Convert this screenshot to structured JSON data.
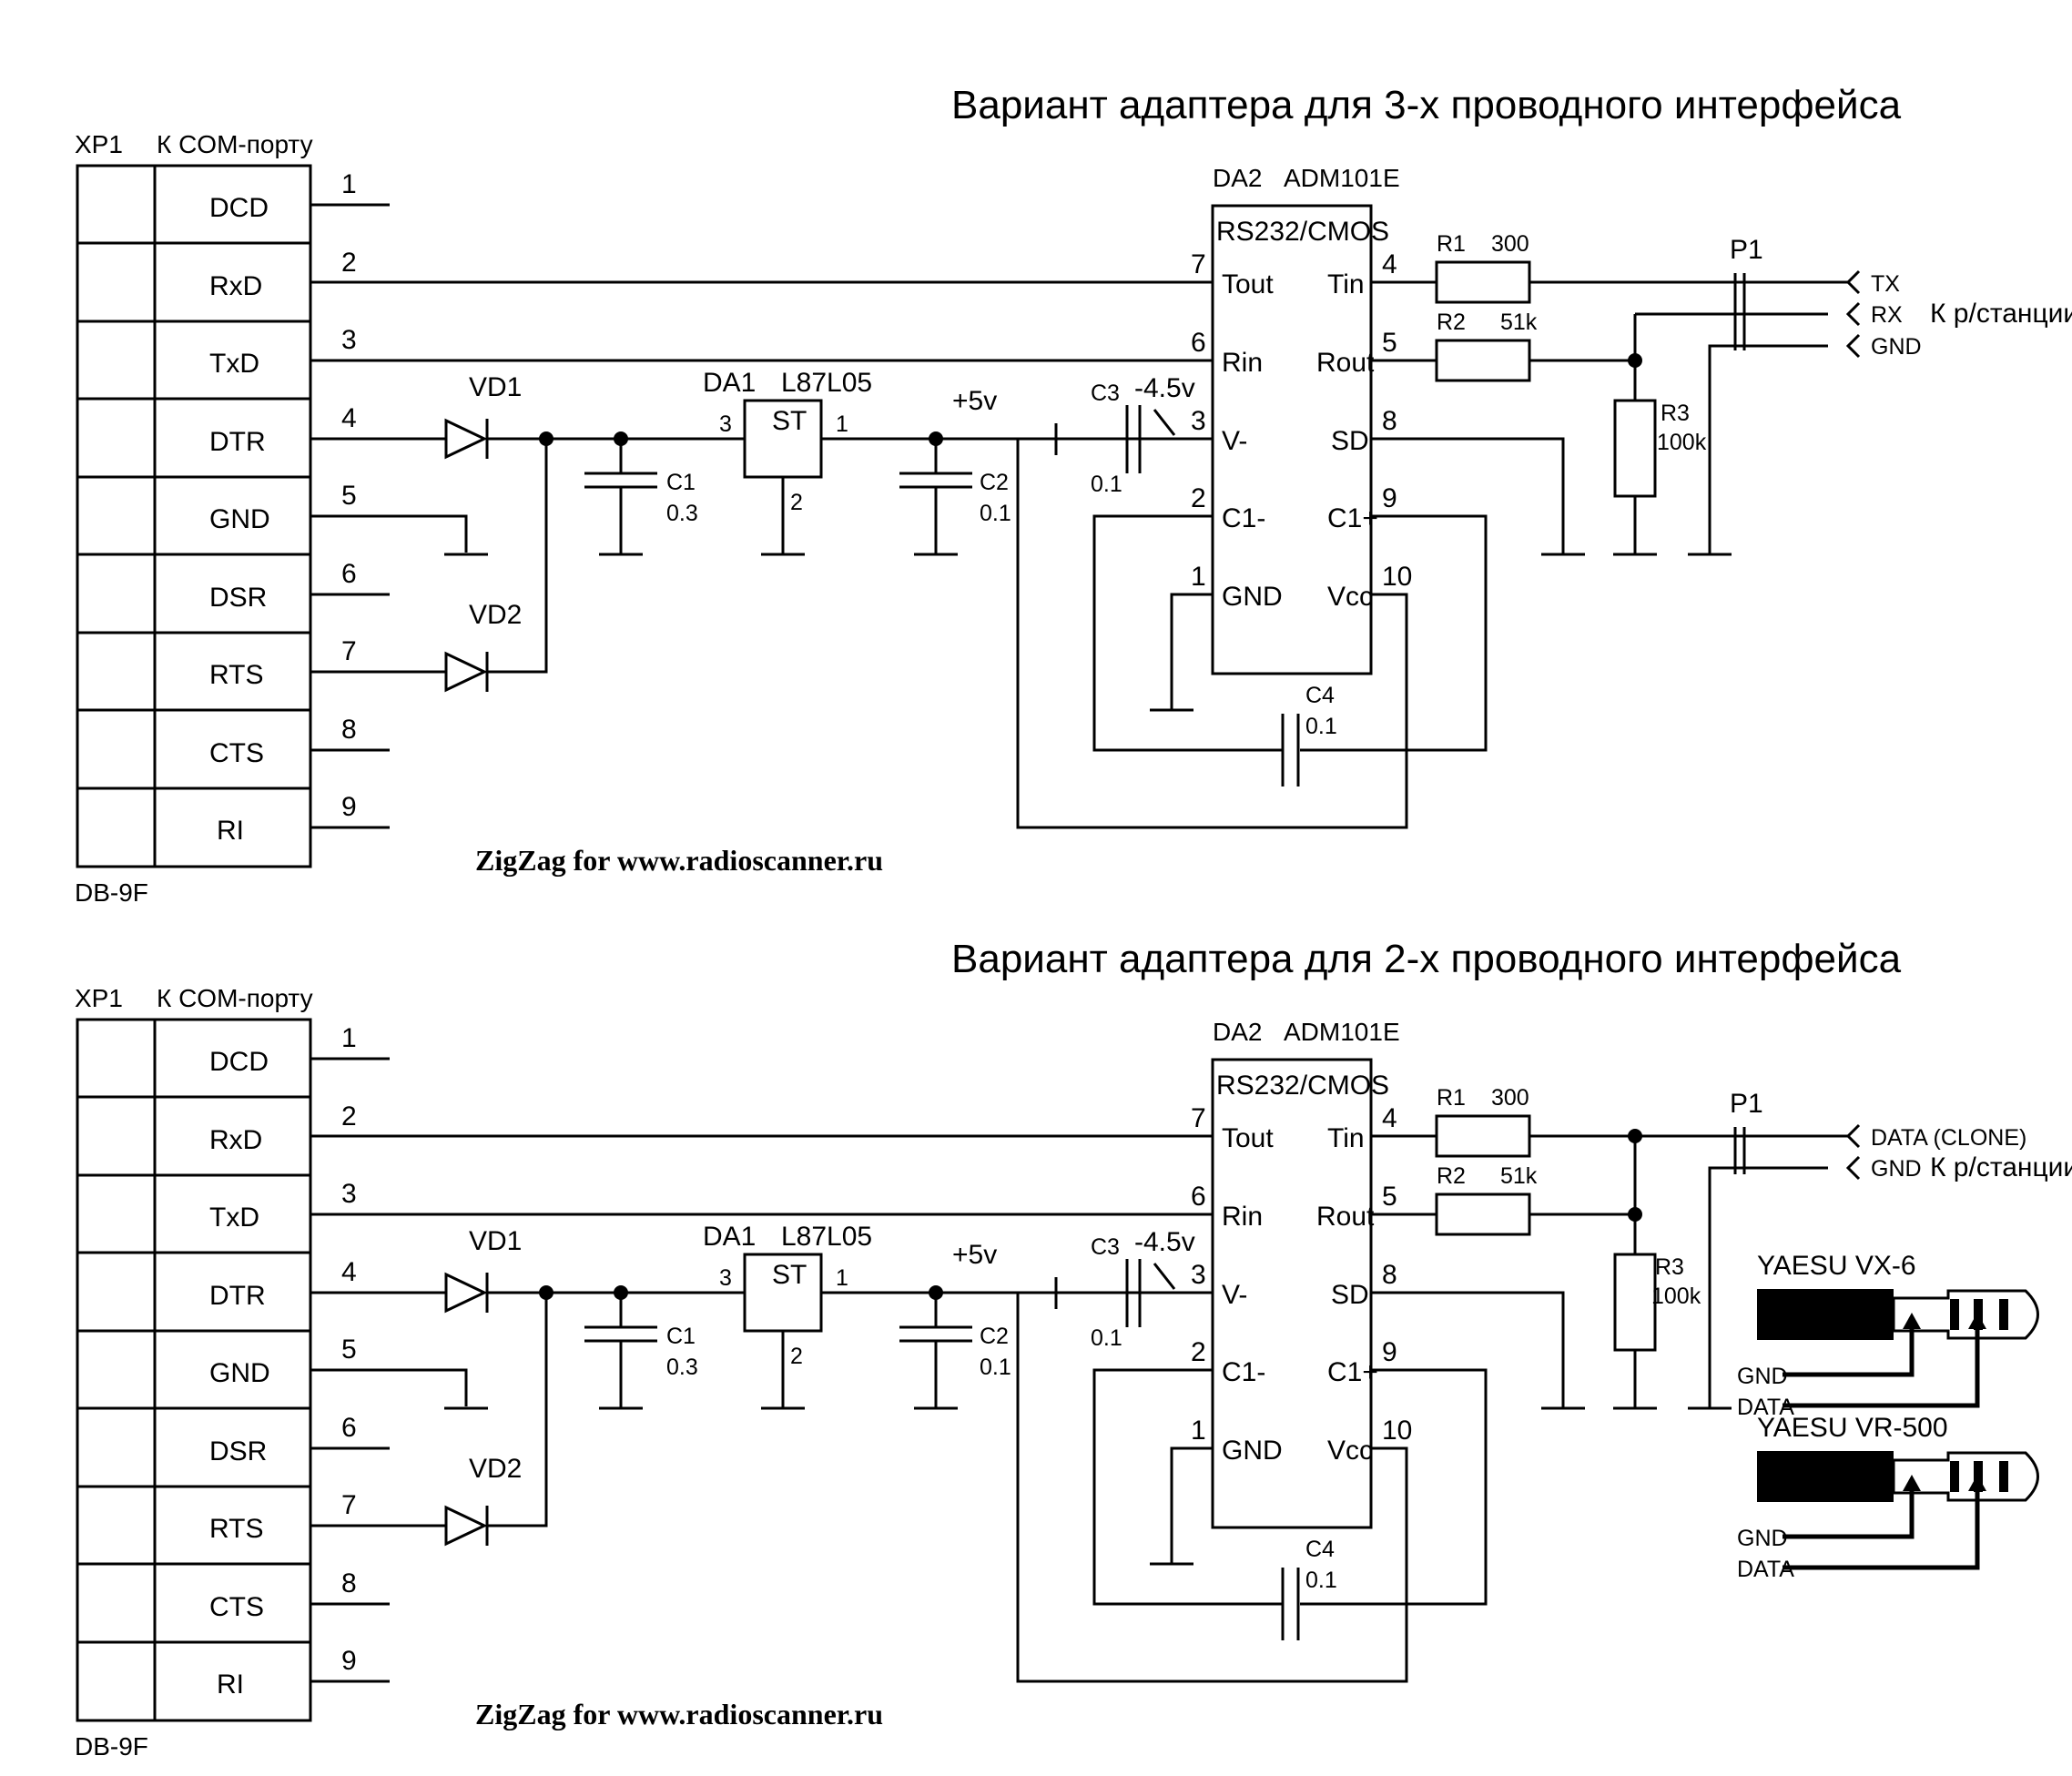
{
  "watermark": "ZigZag for www.radioscanner.ru",
  "colors": {
    "ink": "#000000",
    "background": "#ffffff"
  },
  "variants": [
    {
      "title": "Вариант адаптера для 3-х проводного интерфейса",
      "connector": {
        "ref": "XP1",
        "caption": "К COM-порту",
        "type": "DB-9F",
        "pins": [
          {
            "num": "1",
            "name": "DCD"
          },
          {
            "num": "2",
            "name": "RxD"
          },
          {
            "num": "3",
            "name": "TxD"
          },
          {
            "num": "4",
            "name": "DTR"
          },
          {
            "num": "5",
            "name": "GND"
          },
          {
            "num": "6",
            "name": "DSR"
          },
          {
            "num": "7",
            "name": "RTS"
          },
          {
            "num": "8",
            "name": "CTS"
          },
          {
            "num": "9",
            "name": "RI"
          }
        ]
      },
      "vd1": "VD1",
      "vd2": "VD2",
      "c1": {
        "ref": "C1",
        "value": "0.3"
      },
      "da1": {
        "ref": "DA1",
        "part": "L87L05",
        "body": "ST",
        "pin_in": "3",
        "pin_out": "1",
        "pin_gnd": "2"
      },
      "vcc_label": "+5v",
      "c2": {
        "ref": "C2",
        "value": "0.1"
      },
      "c3": {
        "ref": "C3",
        "value": "0.1",
        "voltage": "-4.5v"
      },
      "c4": {
        "ref": "C4",
        "value": "0.1"
      },
      "da2": {
        "ref": "DA2",
        "part": "ADM101E",
        "body": "RS232/CMOS",
        "pins": [
          {
            "num": "7",
            "name": "Tout"
          },
          {
            "num": "6",
            "name": "Rin"
          },
          {
            "num": "3",
            "name": "V-"
          },
          {
            "num": "2",
            "name": "C1-"
          },
          {
            "num": "1",
            "name": "GND"
          },
          {
            "num": "4",
            "name": "Tin"
          },
          {
            "num": "5",
            "name": "Rout"
          },
          {
            "num": "8",
            "name": "SD"
          },
          {
            "num": "9",
            "name": "C1+"
          },
          {
            "num": "10",
            "name": "Vcc"
          }
        ]
      },
      "r1": {
        "ref": "R1",
        "value": "300"
      },
      "r2": {
        "ref": "R2",
        "value": "51k"
      },
      "r3": {
        "ref": "R3",
        "value": "100k"
      },
      "p1": {
        "ref": "P1",
        "signals": [
          "TX",
          "RX",
          "GND"
        ],
        "caption": "К р/станции"
      }
    },
    {
      "title": "Вариант адаптера для 2-х проводного интерфейса",
      "connector": {
        "ref": "XP1",
        "caption": "К COM-порту",
        "type": "DB-9F",
        "pins": [
          {
            "num": "1",
            "name": "DCD"
          },
          {
            "num": "2",
            "name": "RxD"
          },
          {
            "num": "3",
            "name": "TxD"
          },
          {
            "num": "4",
            "name": "DTR"
          },
          {
            "num": "5",
            "name": "GND"
          },
          {
            "num": "6",
            "name": "DSR"
          },
          {
            "num": "7",
            "name": "RTS"
          },
          {
            "num": "8",
            "name": "CTS"
          },
          {
            "num": "9",
            "name": "RI"
          }
        ]
      },
      "vd1": "VD1",
      "vd2": "VD2",
      "c1": {
        "ref": "C1",
        "value": "0.3"
      },
      "da1": {
        "ref": "DA1",
        "part": "L87L05",
        "body": "ST",
        "pin_in": "3",
        "pin_out": "1",
        "pin_gnd": "2"
      },
      "vcc_label": "+5v",
      "c2": {
        "ref": "C2",
        "value": "0.1"
      },
      "c3": {
        "ref": "C3",
        "value": "0.1",
        "voltage": "-4.5v"
      },
      "c4": {
        "ref": "C4",
        "value": "0.1"
      },
      "da2": {
        "ref": "DA2",
        "part": "ADM101E",
        "body": "RS232/CMOS",
        "pins": [
          {
            "num": "7",
            "name": "Tout"
          },
          {
            "num": "6",
            "name": "Rin"
          },
          {
            "num": "3",
            "name": "V-"
          },
          {
            "num": "2",
            "name": "C1-"
          },
          {
            "num": "1",
            "name": "GND"
          },
          {
            "num": "4",
            "name": "Tin"
          },
          {
            "num": "5",
            "name": "Rout"
          },
          {
            "num": "8",
            "name": "SD"
          },
          {
            "num": "9",
            "name": "C1+"
          },
          {
            "num": "10",
            "name": "Vcc"
          }
        ]
      },
      "r1": {
        "ref": "R1",
        "value": "300"
      },
      "r2": {
        "ref": "R2",
        "value": "51k"
      },
      "r3": {
        "ref": "R3",
        "value": "100k"
      },
      "p1": {
        "ref": "P1",
        "signals": [
          "DATA (CLONE)",
          "GND"
        ],
        "caption": "К р/станции"
      },
      "plugs": [
        {
          "label": "YAESU VX-6",
          "gnd": "GND",
          "data": "DATA"
        },
        {
          "label": "YAESU VR-500",
          "gnd": "GND",
          "data": "DATA"
        }
      ]
    }
  ]
}
